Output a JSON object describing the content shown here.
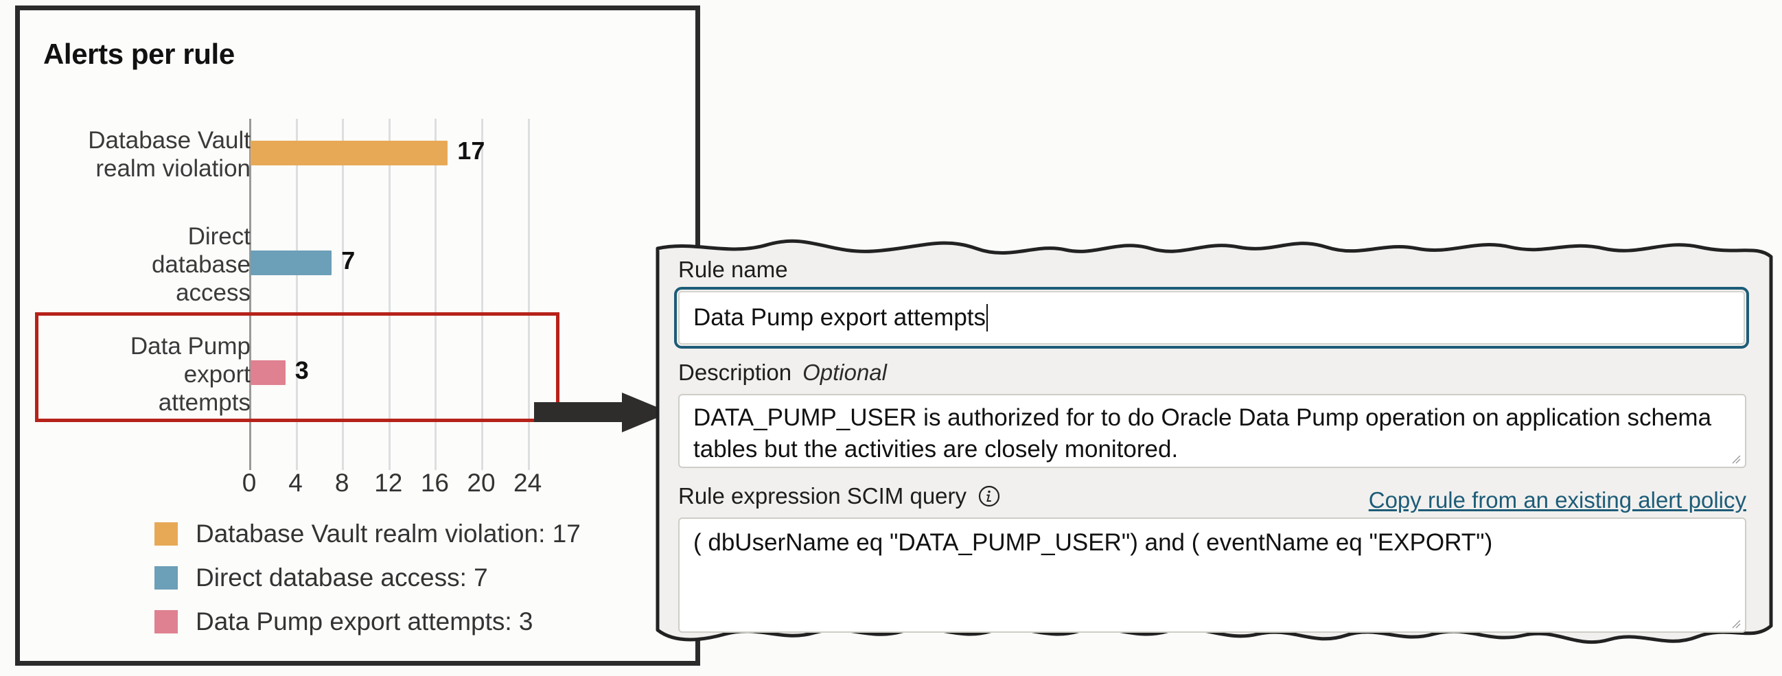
{
  "chart_card": {
    "title": "Alerts per rule"
  },
  "chart_data": {
    "type": "bar",
    "orientation": "horizontal",
    "title": "Alerts per rule",
    "xlabel": "",
    "ylabel": "",
    "categories": [
      "Database Vault realm violation",
      "Direct database access",
      "Data Pump export attempts"
    ],
    "values": [
      17,
      7,
      3
    ],
    "value_labels": [
      "17",
      "7",
      "3"
    ],
    "colors": [
      "#e8a957",
      "#6c9fb8",
      "#df8190"
    ],
    "xlim": [
      0,
      26
    ],
    "xticks": [
      "0",
      "4",
      "8",
      "12",
      "16",
      "20",
      "24"
    ],
    "xtick_values": [
      0,
      4,
      8,
      12,
      16,
      20,
      24
    ],
    "grid": true,
    "legend_position": "bottom-left",
    "legend": [
      {
        "label": "Database Vault realm violation: 17",
        "color": "#e8a957"
      },
      {
        "label": "Direct database access: 7",
        "color": "#6c9fb8"
      },
      {
        "label": "Data Pump export attempts: 3",
        "color": "#df8190"
      }
    ],
    "highlight": {
      "category": "Data Pump export attempts",
      "color": "#b62219"
    }
  },
  "annotation": {
    "arrow": "right-arrow",
    "arrow_color": "#2f2d2b"
  },
  "rule_panel": {
    "rule_name": {
      "label": "Rule name",
      "value": "Data Pump export attempts",
      "focused": true
    },
    "description": {
      "label": "Description",
      "optional_tag": "Optional",
      "value": "DATA_PUMP_USER is authorized for to do Oracle Data Pump operation on application schema tables but the activities are closely monitored."
    },
    "scim": {
      "label": "Rule expression SCIM query",
      "info_icon": "info-icon",
      "copy_link": "Copy rule from an existing alert policy",
      "value": "( dbUserName  eq \"DATA_PUMP_USER\")  and ( eventName  eq \"EXPORT\")"
    },
    "colors": {
      "focus_border": "#1d5c78",
      "link": "#1d5c78",
      "panel_bg": "#f1f0ee"
    }
  }
}
